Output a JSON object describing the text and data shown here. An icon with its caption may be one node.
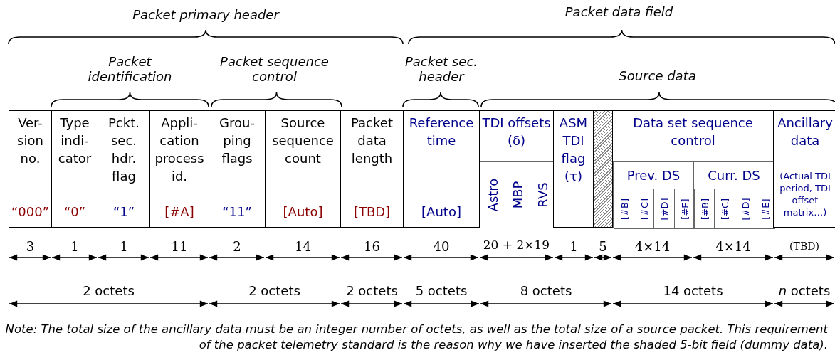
{
  "diagram": {
    "nodes": [
      {
        "text": [
          "Ver-sion no.",
          "“000”"
        ]
      },
      {
        "text": [
          "Type indi-cator",
          "“0”"
        ]
      },
      {
        "text": [
          "Pckt. sec. hdr. flag",
          "“1”"
        ]
      },
      {
        "text": [
          "Appli-cation process id.",
          "[#A]"
        ]
      },
      {
        "text": [
          "Grou-ping flags",
          "“11”"
        ]
      },
      {
        "text": [
          "Source sequence count",
          "[Auto]"
        ]
      },
      {
        "text": [
          "Packet data length",
          "[TBD]"
        ]
      },
      {
        "text": [
          "Reference time",
          "[Auto]"
        ]
      },
      {
        "text": [
          "TDI offsets (δ)"
        ]
      },
      {
        "text": [
          "Astro"
        ],
        "in": 8
      },
      {
        "text": [
          "MBP"
        ],
        "in": 8
      },
      {
        "text": [
          "RVS"
        ],
        "in": 8
      },
      {
        "text": [
          "ASM TDI flag (τ)"
        ]
      },
      {
        "text": [],
        "shape": "box"
      },
      {
        "text": [
          "Data set sequence control"
        ]
      },
      {
        "text": [
          "Prev. DS"
        ],
        "in": 14
      },
      {
        "text": [
          "[#B]"
        ],
        "in": 15
      },
      {
        "text": [
          "[#C]"
        ],
        "in": 15
      },
      {
        "text": [
          "[#D]"
        ],
        "in": 15
      },
      {
        "text": [
          "[#E]"
        ],
        "in": 15
      },
      {
        "text": [
          "Curr. DS"
        ],
        "in": 14
      },
      {
        "text": [
          "[#B]"
        ],
        "in": 20
      },
      {
        "text": [
          "[#C]"
        ],
        "in": 20
      },
      {
        "text": [
          "[#D]"
        ],
        "in": 20
      },
      {
        "text": [
          "[#E]"
        ],
        "in": 20
      },
      {
        "text": [
          "Ancillary data",
          "(Actual TDI period, TDI offset matrix…)"
        ]
      }
    ],
    "labels": [
      "Packet primary header",
      "Packet data field",
      "Packet identification",
      "Packet sequence control",
      "Packet sec. header",
      "Source data",
      "3",
      "1",
      "1",
      "11",
      "2",
      "14",
      "16",
      "40",
      "20 + 2×19",
      "1",
      "5",
      "4×14",
      "4×14",
      "(TBD)",
      "2 octets",
      "2 octets",
      "2 octets",
      "5 octets",
      "8 octets",
      "14 octets",
      "*n* octets",
      "Note: The total size of the ancillary data must be an integer number of octets, as well as the total size of a source packet. This requirement of the packet telemetry standard is the reason why we have inserted the shaded 5-bit field (dummy data)."
    ]
  }
}
